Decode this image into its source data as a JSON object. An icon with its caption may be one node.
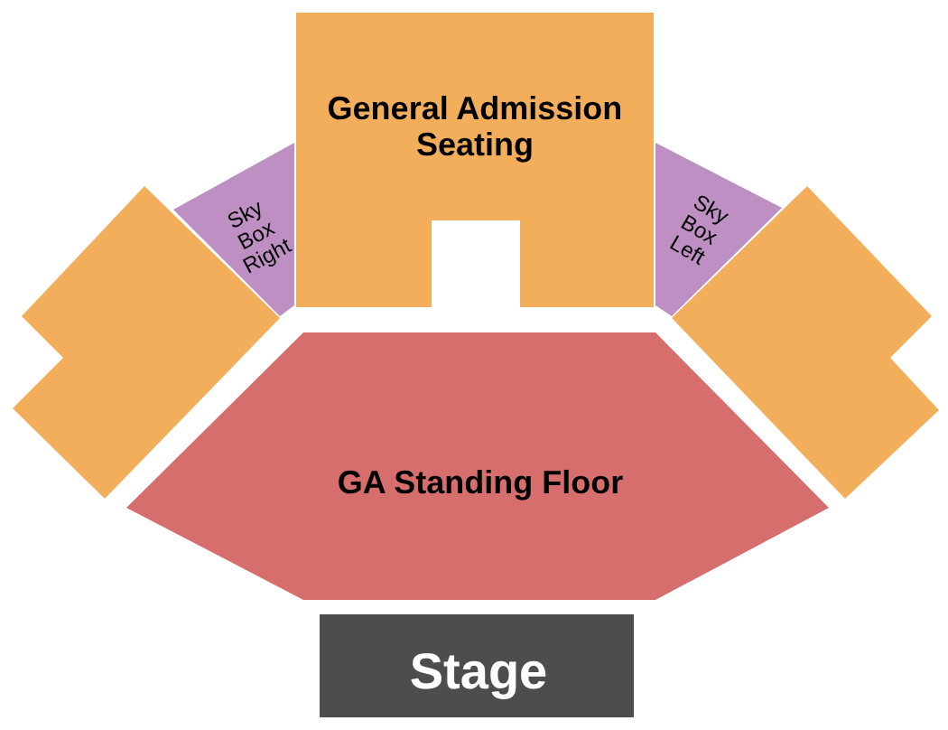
{
  "diagram": {
    "nodes": [
      {
        "text": [
          "General Admission Seating"
        ]
      },
      {
        "text": [
          "Sky Box Right"
        ]
      },
      {
        "text": [
          "Sky Box Left"
        ]
      },
      {
        "text": [],
        "shape": "polygon"
      },
      {
        "text": [],
        "shape": "polygon"
      },
      {
        "text": [
          "GA Standing Floor"
        ]
      },
      {
        "text": [
          "Stage"
        ]
      }
    ]
  }
}
